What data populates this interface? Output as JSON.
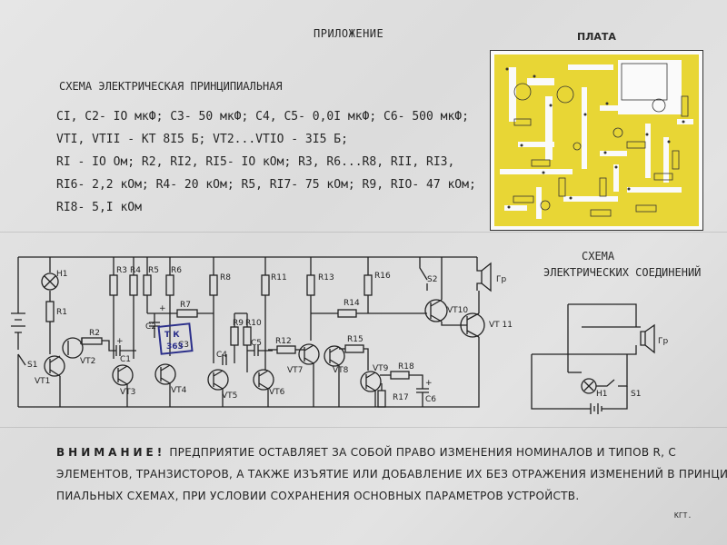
{
  "header": {
    "appendix": "ПРИЛОЖЕНИЕ",
    "board": "ПЛАТА"
  },
  "schematic": {
    "title": "СХЕМА ЭЛЕКТРИЧЕСКАЯ ПРИНЦИПИАЛЬНАЯ",
    "specs": [
      "CI, C2- IO мкФ; C3- 50 мкФ; C4, C5- 0,0I мкФ; C6- 500 мкФ;",
      "VTI, VTII - КТ 8I5 Б; VT2...VTIO - 3I5 Б;",
      "RI - IO Ом; R2, RI2, RI5- IO кОм; R3, R6...R8, RII, RI3,",
      "RI6- 2,2 кОм; R4- 20 кОм; R5, RI7- 75 кОм; R9, RIO- 47 кОм;",
      "RI8- 5,I кОм"
    ],
    "labels": {
      "h1": "H1",
      "r1": "R1",
      "s1": "S1",
      "vt1": "VT1",
      "r2": "R2",
      "vt2": "VT2",
      "c1": "C1",
      "vt3": "VT3",
      "r3": "R3",
      "r4": "R4",
      "r5": "R5",
      "r6": "R6",
      "r7": "R7",
      "c2": "C2",
      "c3": "C3",
      "vt4": "VT4",
      "r8": "R8",
      "r9": "R9",
      "r10": "R10",
      "c4": "C4",
      "c5": "C5",
      "vt5": "VT5",
      "vt6": "VT6",
      "r11": "R11",
      "r12": "R12",
      "vt7": "VT7",
      "r13": "R13",
      "r14": "R14",
      "r15": "R15",
      "vt8": "VT8",
      "vt9": "VT9",
      "r16": "R16",
      "r17": "R17",
      "r18": "R18",
      "c6": "C6",
      "s2": "S2",
      "vt10": "VT10",
      "vt11": "VT 11",
      "gr": "Гр",
      "plus1": "+",
      "plus2": "+",
      "plus3": "+"
    }
  },
  "connections": {
    "title_line1": "СХЕМА",
    "title_line2": "ЭЛЕКТРИЧЕСКИХ СОЕДИНЕНИЙ",
    "labels": {
      "gr": "Гр",
      "h1": "H1",
      "s1": "S1"
    }
  },
  "stamp": {
    "line1": "Т К",
    "line2": "363"
  },
  "warning": {
    "head": "ВНИМАНИЕ!",
    "line1_rest": "ПРЕДПРИЯТИЕ ОСТАВЛЯЕТ ЗА СОБОЙ ПРАВО ИЗМЕНЕНИЯ НОМИНАЛОВ И ТИПОВ R, C",
    "line2": "ЭЛЕМЕНТОВ, ТРАНЗИСТОРОВ, А ТАКЖЕ ИЗЪЯТИЕ ИЛИ ДОБАВЛЕНИЕ ИХ БЕЗ ОТРАЖЕНИЯ ИЗМЕНЕНИЙ В ПРИНЦИ-",
    "line3": "ПИАЛЬНЫХ СХЕМАХ, ПРИ УСЛОВИИ СОХРАНЕНИЯ ОСНОВНЫХ ПАРАМЕТРОВ УСТРОЙСТВ."
  },
  "footer": {
    "code": "КГТ."
  },
  "colors": {
    "pcb": "#e8d635",
    "stamp": "#2b2f8a",
    "ink": "#222222"
  }
}
